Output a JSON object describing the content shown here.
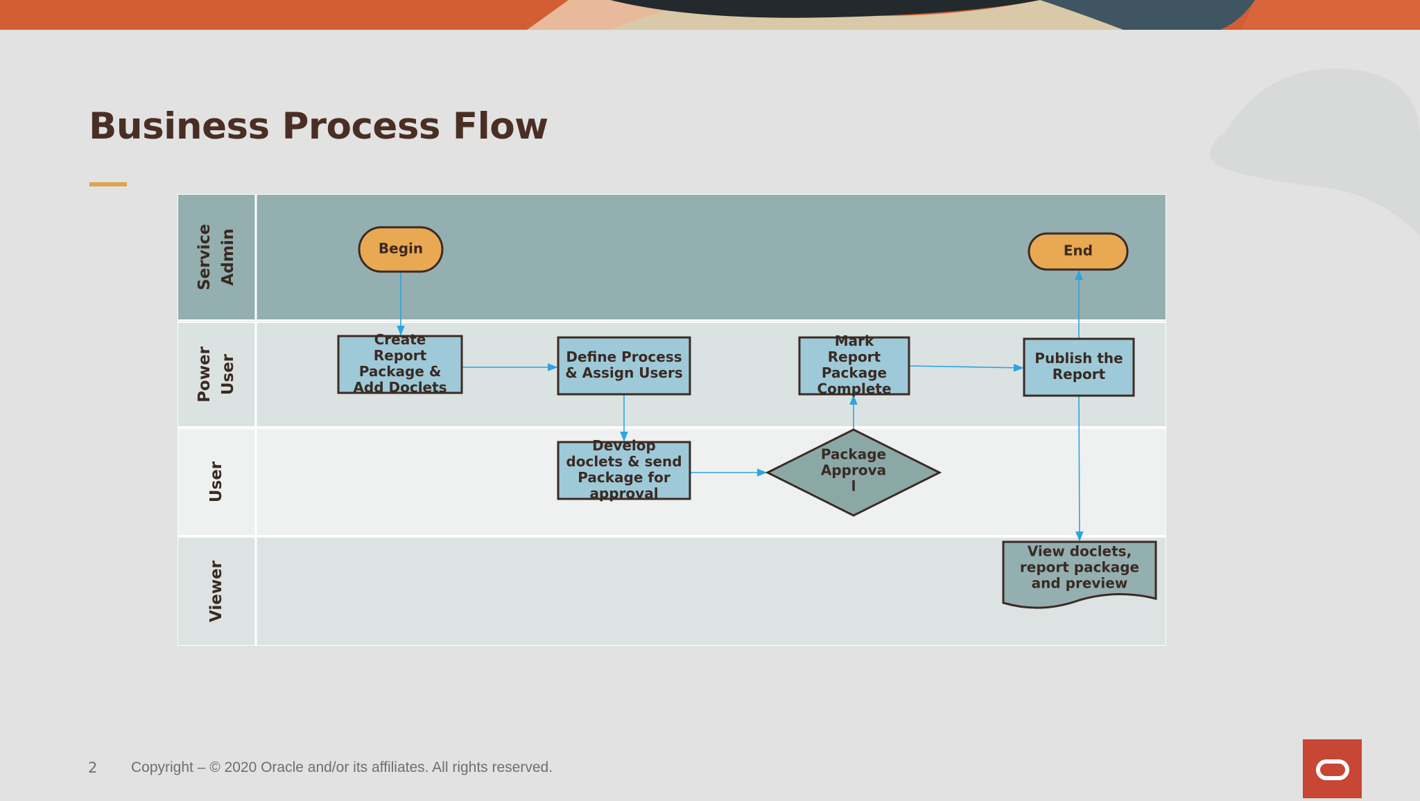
{
  "slide": {
    "title": "Business Process Flow",
    "page_number": "2",
    "copyright": "Copyright – © 2020 Oracle and/or its affiliates. All rights reserved."
  },
  "colors": {
    "title": "#4a2e24",
    "accent": "#e1a24d",
    "lane_service_admin": "#94afaf",
    "lane_power_user": "#dbe2e2",
    "lane_user": "#eef1f0",
    "lane_viewer": "#dce3e2",
    "process_box": "#9ec9d8",
    "terminator": "#e9a852",
    "decision": "#8aa8a6",
    "document": "#94afaf",
    "connector": "#2aa5de",
    "logo": "#c74634"
  },
  "diagram": {
    "lanes": [
      {
        "id": "service-admin",
        "label_lines": [
          "Service",
          "Admin"
        ]
      },
      {
        "id": "power-user",
        "label_lines": [
          "Power",
          "User"
        ]
      },
      {
        "id": "user",
        "label_lines": [
          "User"
        ]
      },
      {
        "id": "viewer",
        "label_lines": [
          "Viewer"
        ]
      }
    ],
    "nodes": [
      {
        "id": "begin",
        "shape": "terminator",
        "lines": [
          "Begin"
        ]
      },
      {
        "id": "end",
        "shape": "terminator",
        "lines": [
          "End"
        ]
      },
      {
        "id": "create-report",
        "shape": "process",
        "lines": [
          "Create",
          "Report",
          "Package &",
          "Add Doclets"
        ]
      },
      {
        "id": "define-process",
        "shape": "process",
        "lines": [
          "Define Process",
          "& Assign Users"
        ]
      },
      {
        "id": "mark-complete",
        "shape": "process",
        "lines": [
          "Mark",
          "Report",
          "Package",
          "Complete"
        ]
      },
      {
        "id": "publish-report",
        "shape": "process",
        "lines": [
          "Publish the",
          "Report"
        ]
      },
      {
        "id": "develop-doclets",
        "shape": "process",
        "lines": [
          "Develop",
          "doclets & send",
          "Package for",
          "approval"
        ]
      },
      {
        "id": "package-approval",
        "shape": "decision",
        "lines": [
          "Package",
          "Approva",
          "l"
        ]
      },
      {
        "id": "view-doclets",
        "shape": "document",
        "lines": [
          "View doclets,",
          "report package",
          "and preview"
        ]
      }
    ],
    "edges": [
      {
        "from": "begin",
        "to": "create-report"
      },
      {
        "from": "create-report",
        "to": "define-process"
      },
      {
        "from": "define-process",
        "to": "develop-doclets"
      },
      {
        "from": "develop-doclets",
        "to": "package-approval"
      },
      {
        "from": "package-approval",
        "to": "mark-complete"
      },
      {
        "from": "mark-complete",
        "to": "publish-report"
      },
      {
        "from": "publish-report",
        "to": "end"
      },
      {
        "from": "publish-report",
        "to": "view-doclets"
      }
    ]
  }
}
